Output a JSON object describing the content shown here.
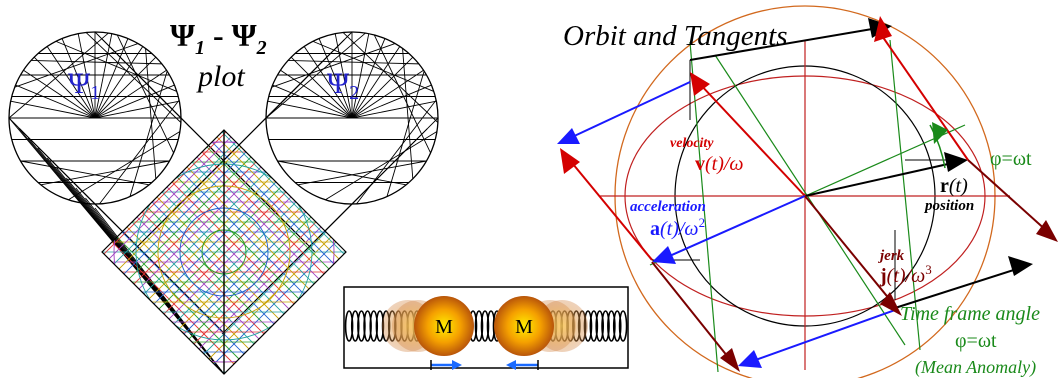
{
  "left_panel": {
    "title_main": "Ψ",
    "title_sub1": "1",
    "title_dash": " - Ψ",
    "title_sub2": "2",
    "title_line2": "plot",
    "psi1_label": "Ψ",
    "psi1_sub": "1",
    "psi2_label": "Ψ",
    "psi2_sub": "2",
    "mass1_label": "M",
    "mass2_label": "M"
  },
  "right_panel": {
    "title": "Orbit and  Tangents",
    "velocity_word": "velocity",
    "velocity_sym_bold": "v",
    "velocity_sym_rest": "(t)/ω",
    "position_sym_bold": "r",
    "position_sym_rest": "(t)",
    "position_word": "position",
    "acceleration_word": "acceleration",
    "acceleration_sym_bold": "a",
    "acceleration_sym_rest": "(t)/ω",
    "acceleration_exp": "2",
    "jerk_word": "jerk",
    "jerk_sym_bold": "j",
    "jerk_sym_rest": "(t)/ω",
    "jerk_exp": "3",
    "phi_label": "φ=ωt",
    "time_frame_label": "Time frame angle",
    "phi_label2": "φ=ωt",
    "mean_anomaly": "(Mean Anomaly)"
  },
  "colors": {
    "position": "#000000",
    "velocity": "#d40000",
    "acceleration": "#1a1aff",
    "jerk": "#7a0000",
    "angle": "#1a8a1a",
    "orbit": "#d2691e"
  }
}
